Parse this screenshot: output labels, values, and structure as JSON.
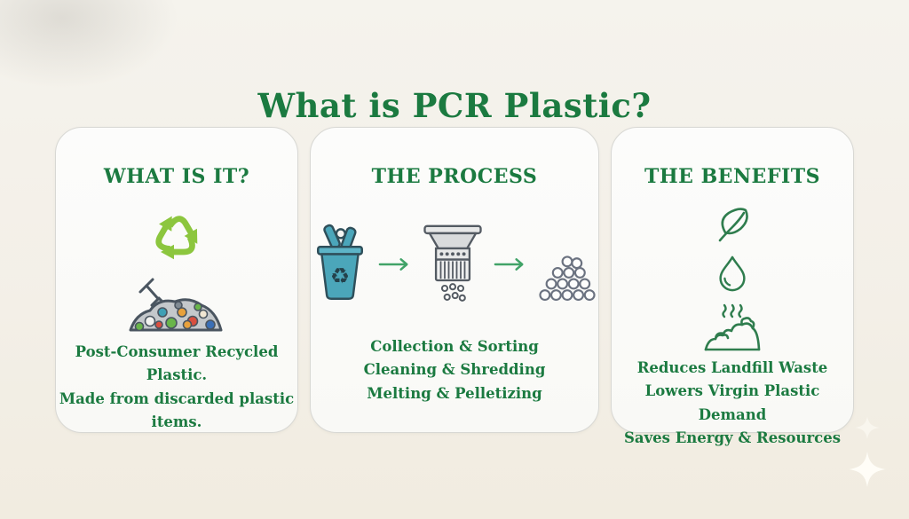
{
  "page": {
    "title": "What is PCR Plastic?"
  },
  "cards": [
    {
      "heading": "WHAT IS IT?",
      "icons": [
        "recycle-triangle-icon",
        "plastic-waste-pile-icon"
      ],
      "lines": [
        "Post-Consumer Recycled Plastic.",
        "Made from discarded plastic items."
      ]
    },
    {
      "heading": "THE PROCESS",
      "icons": [
        "recycle-bin-icon",
        "arrow-right-icon",
        "shredder-icon",
        "arrow-right-icon",
        "pellets-pile-icon"
      ],
      "lines": [
        "Collection & Sorting",
        "Cleaning & Shredding",
        "Melting & Pelletizing"
      ]
    },
    {
      "heading": "THE BENEFITS",
      "icons": [
        "leaf-icon",
        "water-drop-icon",
        "landfill-icon"
      ],
      "lines": [
        "Reduces Landfill Waste",
        "Lowers Virgin Plastic Demand",
        "Saves Energy & Resources"
      ]
    }
  ],
  "colors": {
    "text_green": "#1b7a40",
    "recycle_light_green": "#8cc63e",
    "arrow_green": "#41a368",
    "benefit_outline_green": "#2f7d4e",
    "bin_teal": "#4ba6ba",
    "machine_gray": "#e4e5e4",
    "background_cream": "#f3efe7",
    "card_background": "#fbfbf9",
    "card_border": "#d8d8d4"
  }
}
